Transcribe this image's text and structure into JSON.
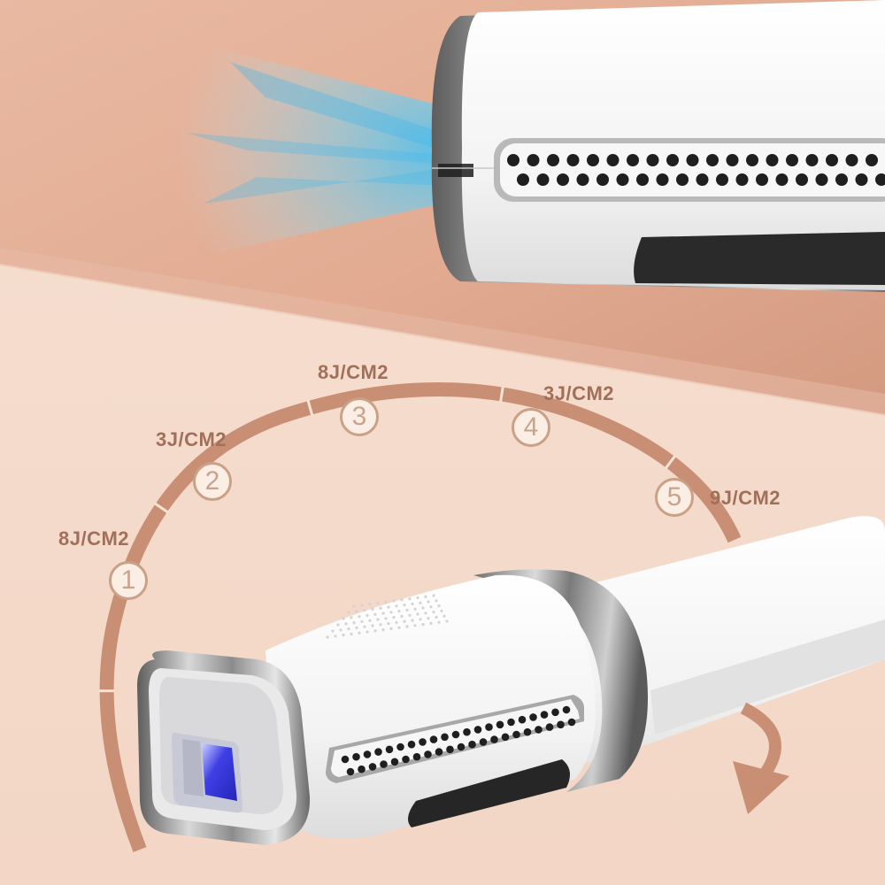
{
  "colors": {
    "skin_light": "#f4d9c8",
    "skin_dark": "#d59c82",
    "arc": "#c98f74",
    "label": "#a0705a",
    "device_white": "#f7f7f7",
    "chrome": "#8a8a8a",
    "light_blue": "#5cc8f0",
    "flash_purple": "#3a3ae0"
  },
  "energy_levels": [
    {
      "number": "1",
      "energy": "8J/CM2"
    },
    {
      "number": "2",
      "energy": "3J/CM2"
    },
    {
      "number": "3",
      "energy": "8J/CM2"
    },
    {
      "number": "4",
      "energy": "3J/CM2"
    },
    {
      "number": "5",
      "energy": "9J/CM2"
    }
  ],
  "icons": [
    "rotation-arrow-icon"
  ]
}
